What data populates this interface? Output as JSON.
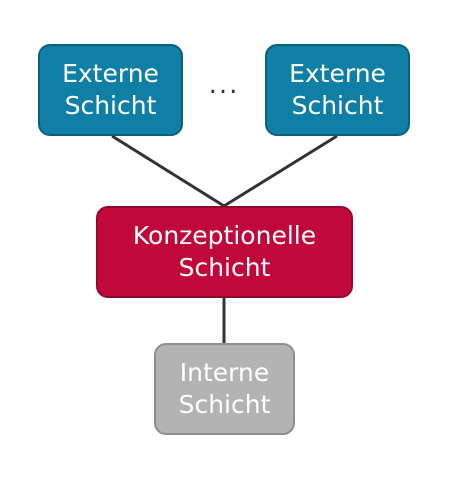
{
  "diagram": {
    "external_left": {
      "line1": "Externe",
      "line2": "Schicht"
    },
    "ellipsis": "...",
    "external_right": {
      "line1": "Externe",
      "line2": "Schicht"
    },
    "conceptual": {
      "line1": "Konzeptionelle",
      "line2": "Schicht"
    },
    "internal": {
      "line1": "Interne",
      "line2": "Schicht"
    }
  },
  "colors": {
    "external": "#0f7fa6",
    "conceptual": "#c0093a",
    "internal": "#b3b3b3",
    "connector": "#333333"
  }
}
